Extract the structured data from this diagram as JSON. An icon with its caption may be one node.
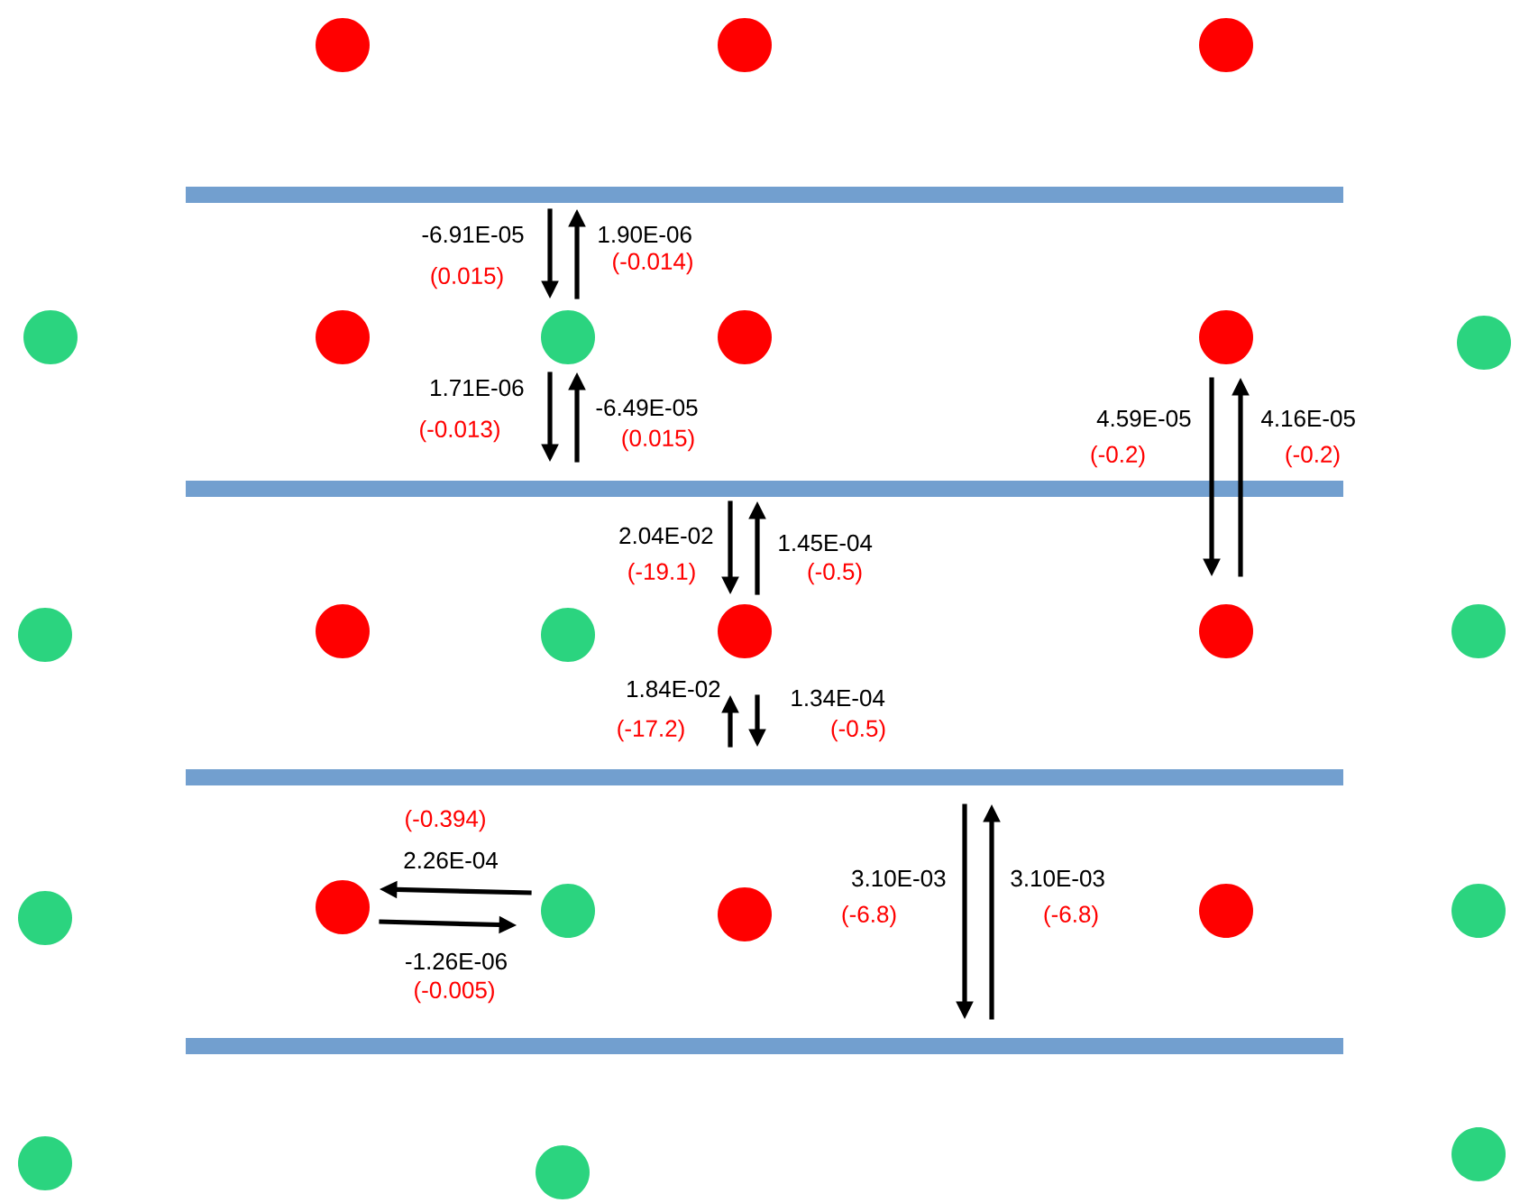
{
  "diagram": {
    "nodes": [
      {
        "text": [],
        "shape": "circle"
      },
      {
        "text": [],
        "shape": "circle"
      },
      {
        "text": [],
        "shape": "circle"
      },
      {
        "text": [],
        "shape": "bar"
      },
      {
        "text": [],
        "shape": "circle"
      },
      {
        "text": [],
        "shape": "circle"
      },
      {
        "text": [],
        "shape": "circle"
      },
      {
        "text": [],
        "shape": "circle"
      },
      {
        "text": [],
        "shape": "circle"
      },
      {
        "text": [],
        "shape": "circle"
      },
      {
        "text": [],
        "shape": "bar"
      },
      {
        "text": [],
        "shape": "circle"
      },
      {
        "text": [],
        "shape": "circle"
      },
      {
        "text": [],
        "shape": "circle"
      },
      {
        "text": [],
        "shape": "circle"
      },
      {
        "text": [],
        "shape": "circle"
      },
      {
        "text": [],
        "shape": "circle"
      },
      {
        "text": [],
        "shape": "bar"
      },
      {
        "text": [],
        "shape": "circle"
      },
      {
        "text": [],
        "shape": "circle"
      },
      {
        "text": [],
        "shape": "circle"
      },
      {
        "text": [],
        "shape": "circle"
      },
      {
        "text": [],
        "shape": "circle"
      },
      {
        "text": [],
        "shape": "circle"
      },
      {
        "text": [],
        "shape": "bar"
      },
      {
        "text": [],
        "shape": "circle"
      },
      {
        "text": [],
        "shape": "circle"
      },
      {
        "text": [],
        "shape": "circle"
      }
    ],
    "edges": [
      {
        "from": 3,
        "to": 6,
        "arrow": "to",
        "label": "-6.91E-05"
      },
      {
        "from": 6,
        "to": 3,
        "arrow": "to",
        "label": "1.90E-06"
      },
      {
        "from": 6,
        "to": 10,
        "arrow": "to",
        "label": "1.71E-06"
      },
      {
        "from": 10,
        "to": 6,
        "arrow": "to",
        "label": "-6.49E-05"
      },
      {
        "from": 8,
        "to": 15,
        "arrow": "to",
        "label": "4.59E-05"
      },
      {
        "from": 15,
        "to": 8,
        "arrow": "to",
        "label": "4.16E-05"
      },
      {
        "from": 10,
        "to": 14,
        "arrow": "to",
        "label": "2.04E-02"
      },
      {
        "from": 14,
        "to": 10,
        "arrow": "to",
        "label": "1.45E-04"
      },
      {
        "from": 17,
        "to": 14,
        "arrow": "to",
        "label": "1.84E-02"
      },
      {
        "from": 14,
        "to": 17,
        "arrow": "to",
        "label": "1.34E-04"
      },
      {
        "from": 20,
        "to": 19,
        "arrow": "to",
        "label": "2.26E-04"
      },
      {
        "from": 19,
        "to": 20,
        "arrow": "to",
        "label": "-1.26E-06"
      },
      {
        "from": 17,
        "to": 24,
        "arrow": "to",
        "label": "3.10E-03"
      },
      {
        "from": 24,
        "to": 17,
        "arrow": "to",
        "label": "3.10E-03"
      }
    ],
    "labels": [
      "(0.015)",
      "(-0.014)",
      "(-0.013)",
      "(0.015)",
      "(-0.2)",
      "(-0.2)",
      "(-19.1)",
      "(-0.5)",
      "(-17.2)",
      "(-0.5)",
      "(-0.394)",
      "(-0.005)",
      "(-6.8)",
      "(-6.8)"
    ]
  }
}
